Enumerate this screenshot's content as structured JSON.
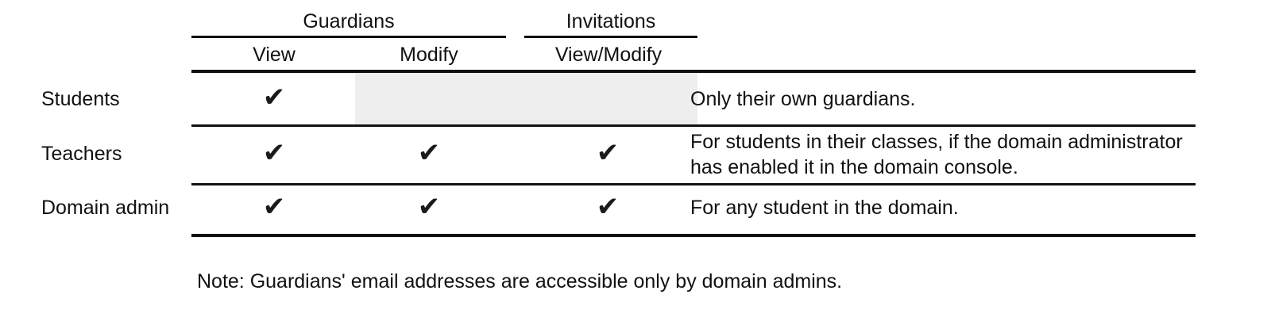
{
  "table": {
    "group_headers": [
      {
        "label": "Guardians",
        "spans": [
          "View",
          "Modify"
        ]
      },
      {
        "label": "Invitations",
        "spans": [
          "View/Modify"
        ]
      }
    ],
    "column_headers": [
      "View",
      "Modify",
      "View/Modify"
    ],
    "row_label_header": "",
    "rows": [
      {
        "label": "Students",
        "cells": [
          {
            "value": "check",
            "glyph": "✔",
            "state": "enabled"
          },
          {
            "value": "",
            "glyph": "",
            "state": "disabled"
          },
          {
            "value": "",
            "glyph": "",
            "state": "disabled"
          }
        ],
        "description": [
          "Only their own guardians."
        ]
      },
      {
        "label": "Teachers",
        "cells": [
          {
            "value": "check",
            "glyph": "✔",
            "state": "enabled"
          },
          {
            "value": "check",
            "glyph": "✔",
            "state": "enabled"
          },
          {
            "value": "check",
            "glyph": "✔",
            "state": "enabled"
          }
        ],
        "description": [
          "For students in their classes, if the domain administrator",
          "has enabled it in the domain console."
        ]
      },
      {
        "label": "Domain admin",
        "cells": [
          {
            "value": "check",
            "glyph": "✔",
            "state": "enabled"
          },
          {
            "value": "check",
            "glyph": "✔",
            "state": "enabled"
          },
          {
            "value": "check",
            "glyph": "✔",
            "state": "enabled"
          }
        ],
        "description": [
          "For any student in the domain."
        ]
      }
    ]
  },
  "note": "Note: Guardians' email addresses are accessible only by domain admins.",
  "colors": {
    "background": "#ffffff",
    "text": "#111111",
    "rule": "#111111",
    "disabled_cell": "#eeeeee",
    "check": "#1b1b1b"
  }
}
